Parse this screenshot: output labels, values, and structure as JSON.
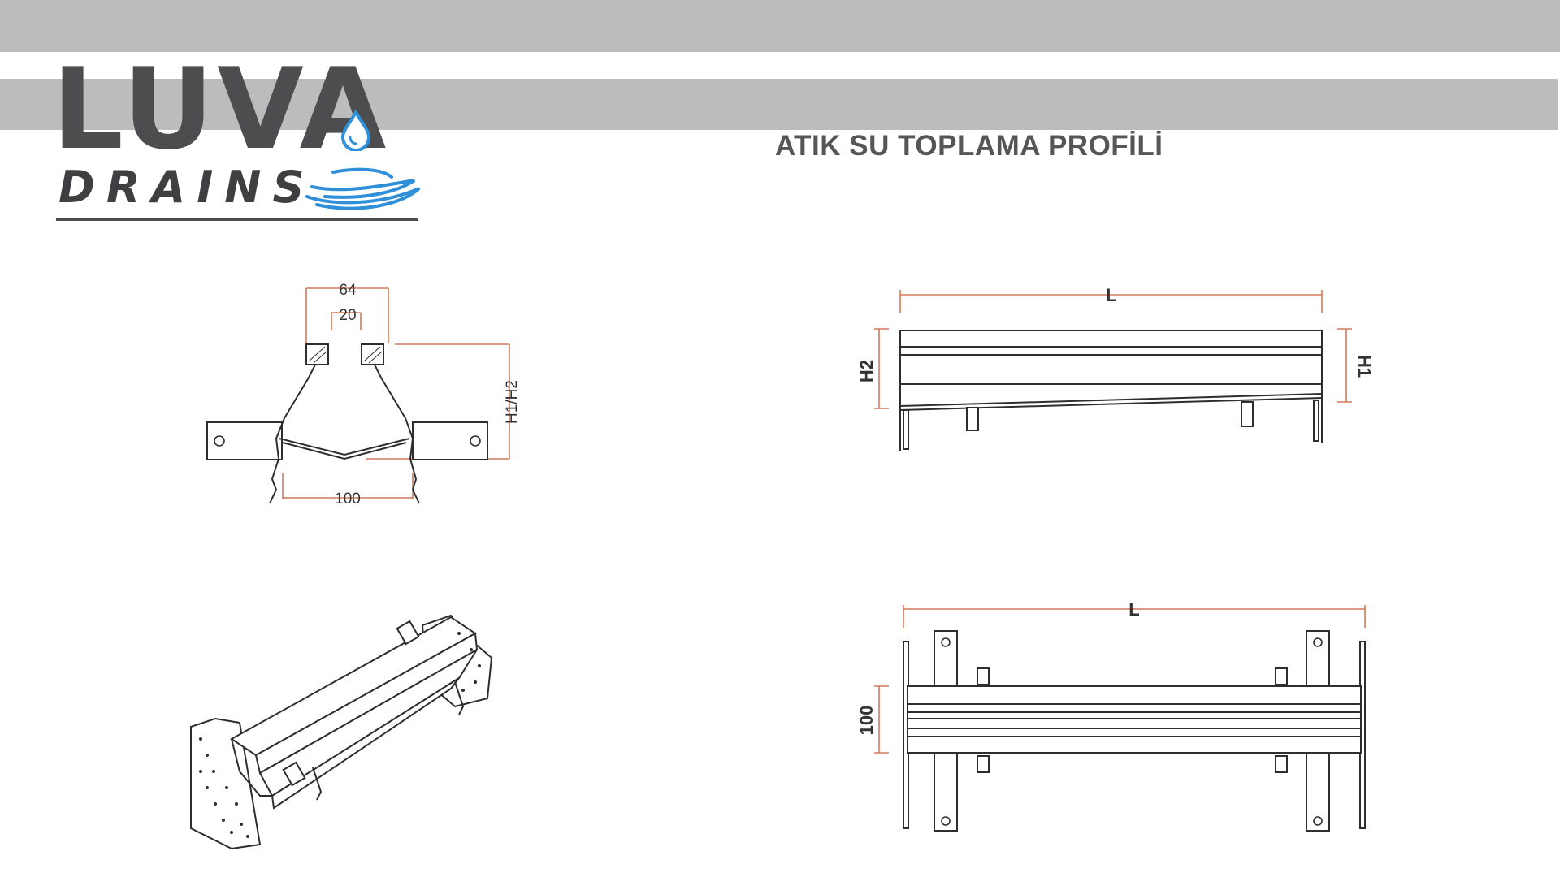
{
  "brand": {
    "name": "LUVA",
    "tagline": "DRAINS"
  },
  "title": "ATIK SU TOPLAMA PROFİLİ",
  "colors": {
    "band": "#bcbcbc",
    "logo_dark": "#4d4d4f",
    "logo_blue": "#2f8fd8",
    "dimension_line": "#d2785c",
    "drawing_line": "#2e2e2e"
  },
  "cross_section": {
    "dim_top_outer": "64",
    "dim_top_inner": "20",
    "dim_height": "H1/H2",
    "dim_bottom": "100"
  },
  "side_view": {
    "dim_length": "L",
    "dim_left_height": "H2",
    "dim_right_height": "H1"
  },
  "top_view": {
    "dim_length": "L",
    "dim_width": "100"
  }
}
